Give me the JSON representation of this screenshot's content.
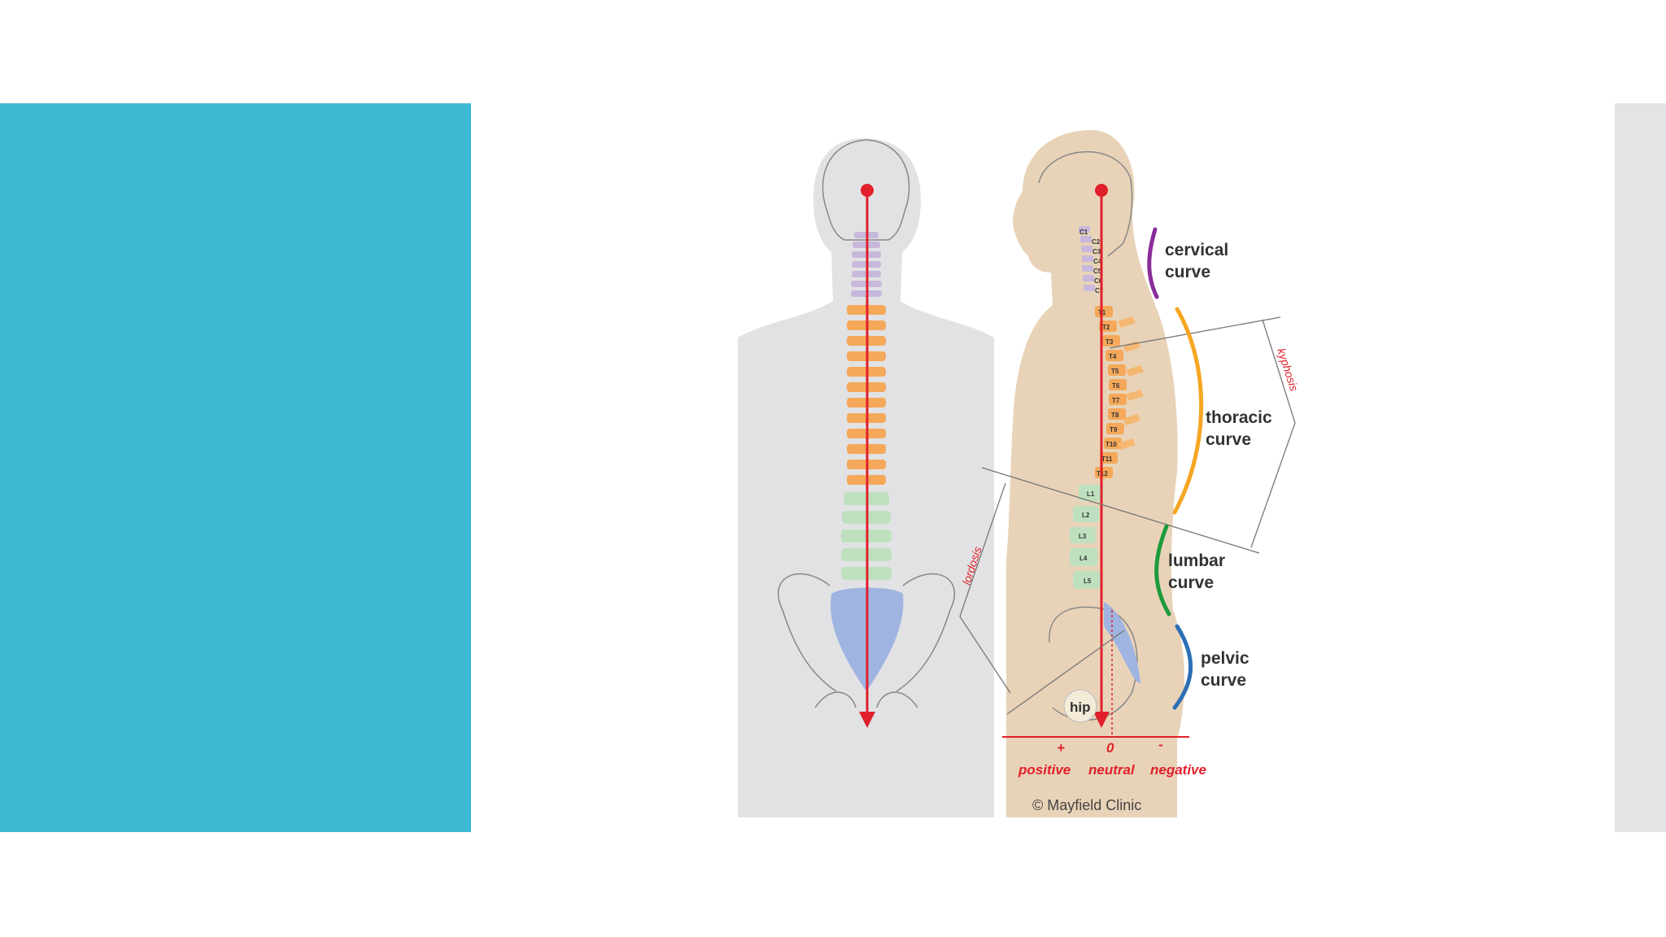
{
  "colors": {
    "panel": "#3db9d3",
    "strip": "#e4e4e6",
    "axis": "#e0202a",
    "cervical": "#8a2c9a",
    "thoracic": "#f5a623",
    "lumbar": "#1f9a3b",
    "pelvic": "#2c6fb5"
  },
  "diagram": {
    "curves": {
      "cervical": [
        "cervical",
        "curve"
      ],
      "thoracic": [
        "thoracic",
        "curve"
      ],
      "lumbar": [
        "lumbar",
        "curve"
      ],
      "pelvic": [
        "pelvic",
        "curve"
      ]
    },
    "annotations": {
      "kyphosis": "kyphosis",
      "lordosis": "lordosis",
      "hip": "hip"
    },
    "scale": {
      "plus": "+",
      "zero": "0",
      "minus": "-",
      "positive": "positive",
      "neutral": "neutral",
      "negative": "negative"
    },
    "vertebrae": {
      "cervical": [
        "C1",
        "C2",
        "C3",
        "C4",
        "C5",
        "C6",
        "C7"
      ],
      "thoracic": [
        "T1",
        "T2",
        "T3",
        "T4",
        "T5",
        "T6",
        "T7",
        "T8",
        "T9",
        "T10",
        "T11",
        "T12"
      ],
      "lumbar": [
        "L1",
        "L2",
        "L3",
        "L4",
        "L5"
      ]
    },
    "copyright": "© Mayfield Clinic"
  }
}
